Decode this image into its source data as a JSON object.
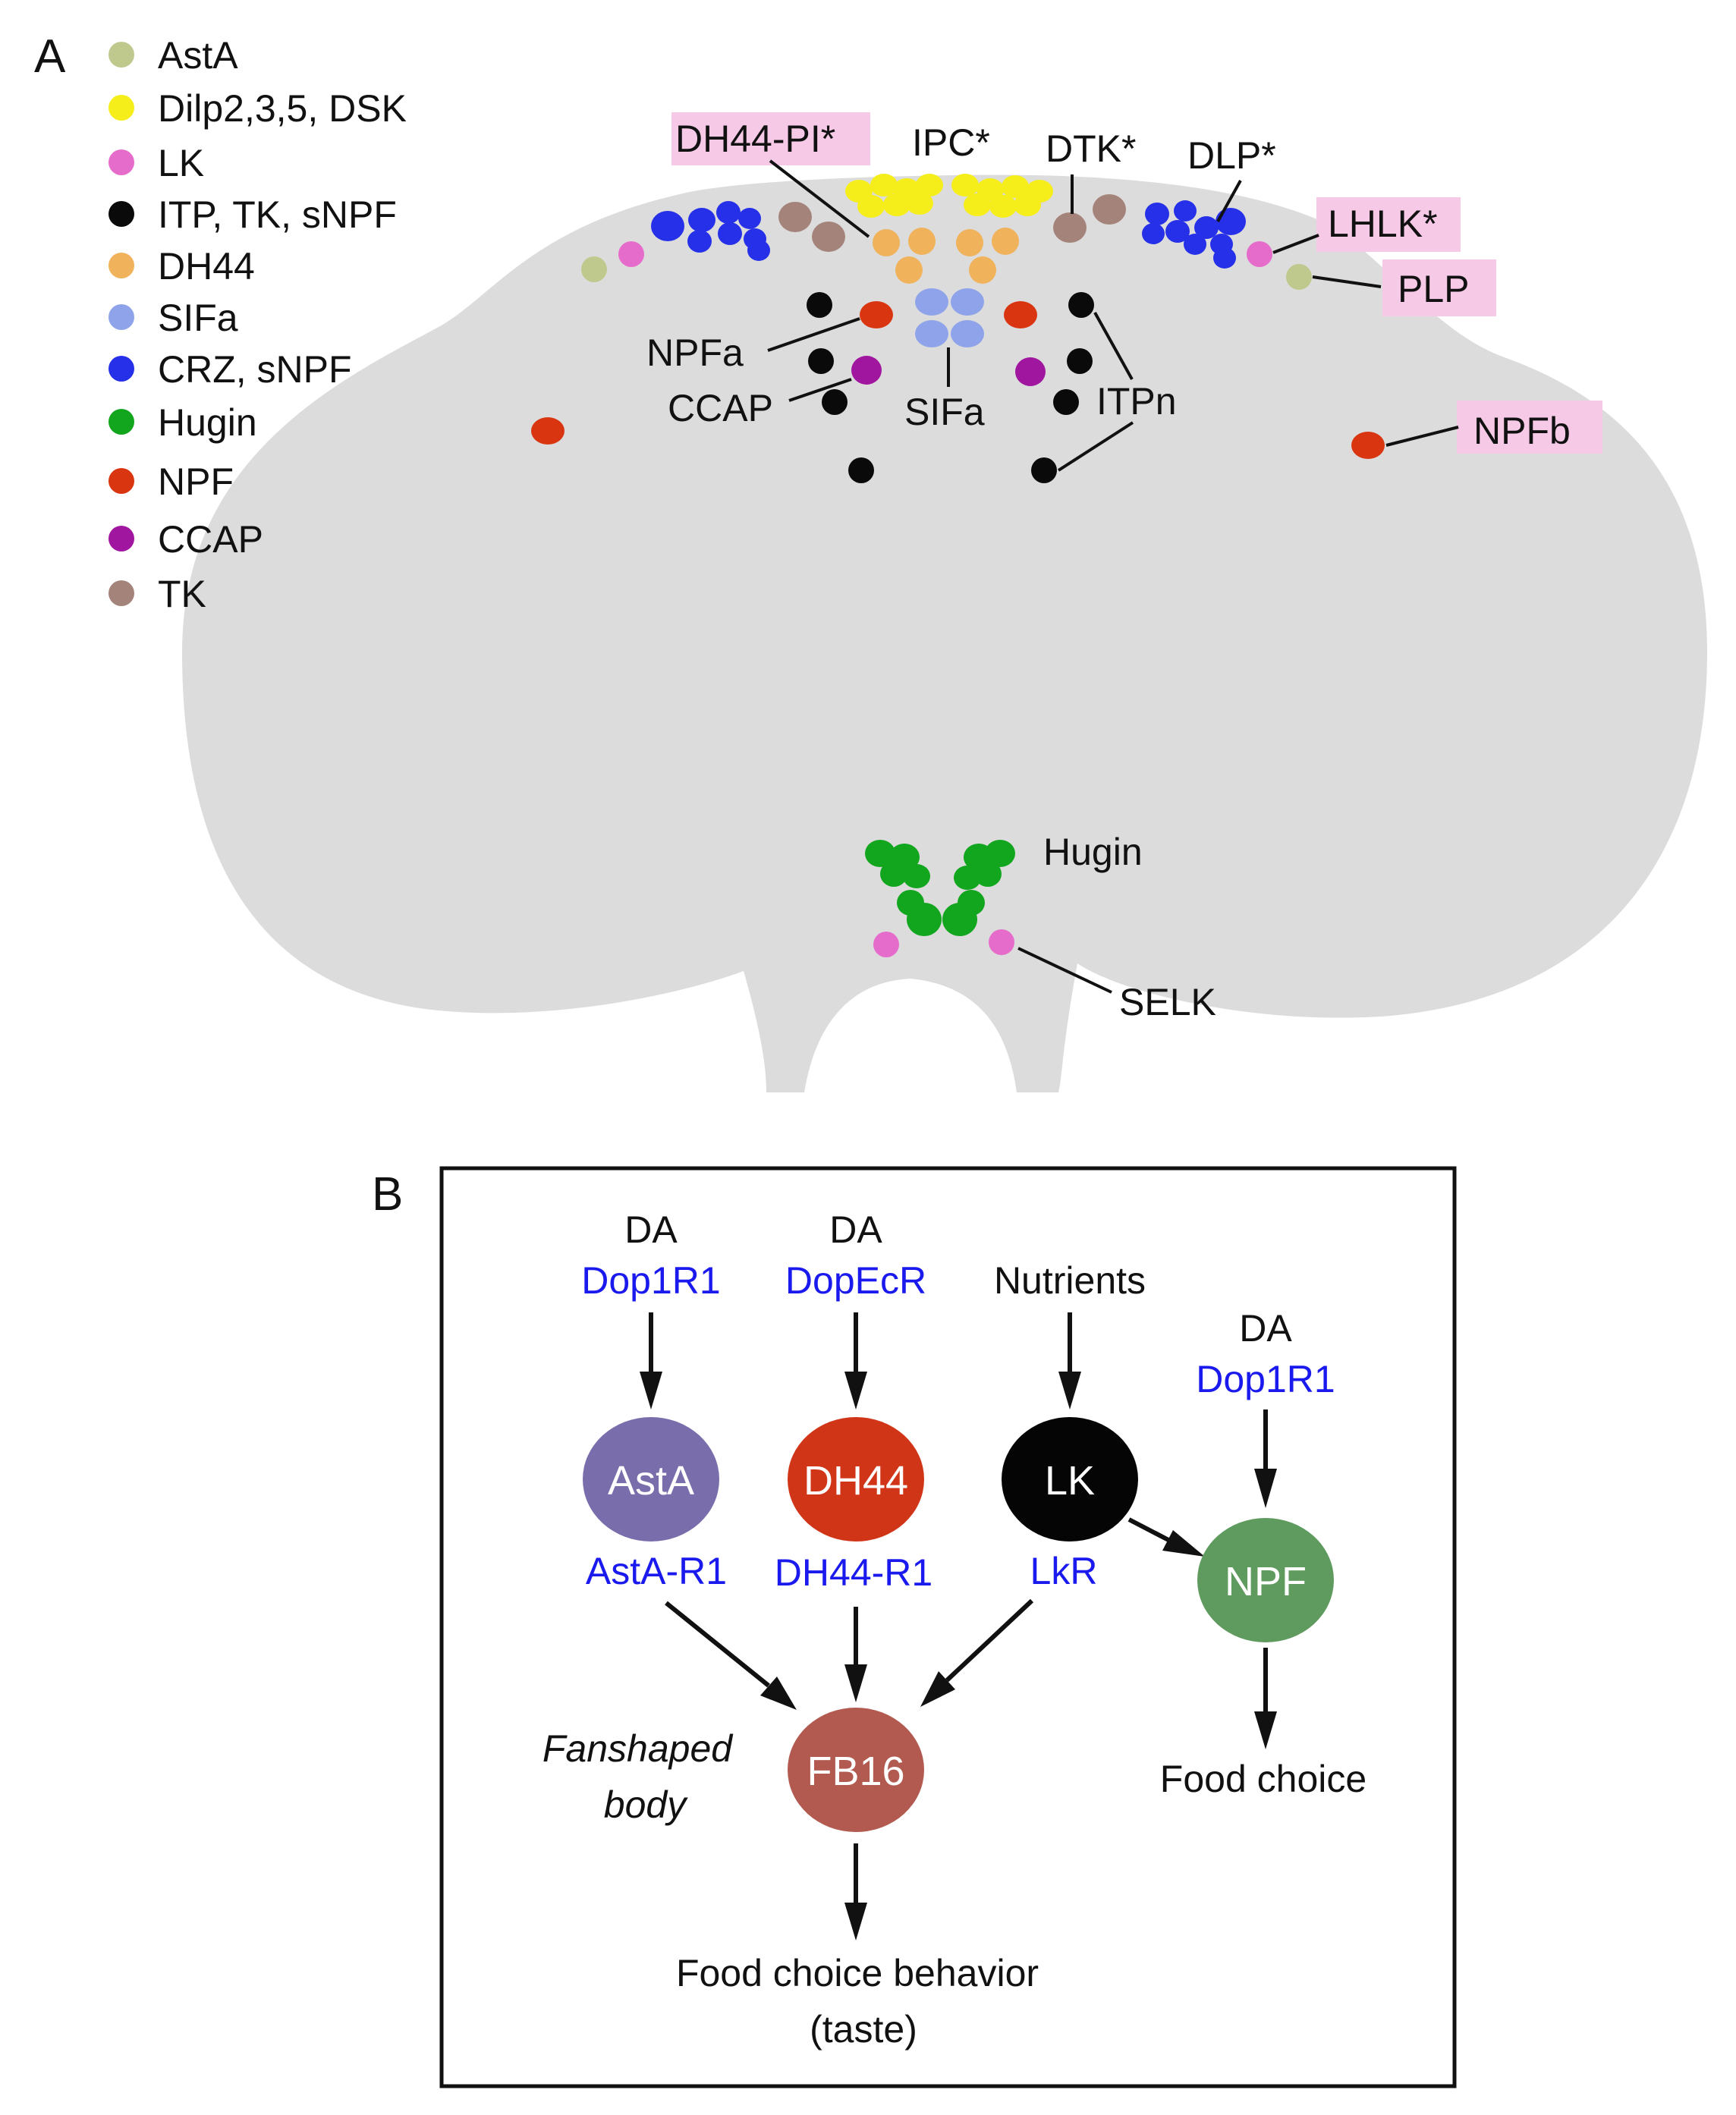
{
  "panel_a": {
    "letter": "A",
    "legend": [
      {
        "label": "AstA",
        "color": "#bfc98e"
      },
      {
        "label": "Dilp2,3,5, DSK",
        "color": "#f5ee1a"
      },
      {
        "label": "LK",
        "color": "#e66ccb"
      },
      {
        "label": "ITP, TK, sNPF",
        "color": "#0a0a0a"
      },
      {
        "label": "DH44",
        "color": "#f0b25a"
      },
      {
        "label": "SIFa",
        "color": "#8ea3ea"
      },
      {
        "label": "CRZ, sNPF",
        "color": "#2630e8"
      },
      {
        "label": "Hugin",
        "color": "#12a51e"
      },
      {
        "label": "NPF",
        "color": "#d93510"
      },
      {
        "label": "CCAP",
        "color": "#a0169e"
      },
      {
        "label": "TK",
        "color": "#a4847a"
      }
    ],
    "labels": {
      "dh44_pi": "DH44-PI*",
      "ipc": "IPC*",
      "dtk": "DTK*",
      "dlp": "DLP*",
      "lhlk": "LHLK*",
      "plp": "PLP",
      "npfa": "NPFa",
      "ccap": "CCAP",
      "sifa": "SIFa",
      "itpn": "ITPn",
      "npfb": "NPFb",
      "hugin": "Hugin",
      "selk": "SELK"
    },
    "highlight_color": "#f6c9e6",
    "brain_color": "#dcdcdc"
  },
  "panel_b": {
    "letter": "B",
    "inputs": {
      "da1": "DA",
      "dop1r1_a": "Dop1R1",
      "da2": "DA",
      "dopecr": "DopEcR",
      "nutrients": "Nutrients",
      "da3": "DA",
      "dop1r1_b": "Dop1R1"
    },
    "nodes": {
      "asta": {
        "label": "AstA",
        "color": "#7a6dab"
      },
      "dh44": {
        "label": "DH44",
        "color": "#d13518"
      },
      "lk": {
        "label": "LK",
        "color": "#050505"
      },
      "npf": {
        "label": "NPF",
        "color": "#5f9a5f"
      },
      "fb16": {
        "label": "FB16",
        "color": "#b25a50"
      }
    },
    "receptors": {
      "asta_r1": "AstA-R1",
      "dh44_r1": "DH44-R1",
      "lkr": "LkR"
    },
    "fanshaped_line1": "Fanshaped",
    "fanshaped_line2": "body",
    "food_choice": "Food choice",
    "behavior_line1": "Food choice behavior",
    "behavior_line2": "(taste)"
  }
}
